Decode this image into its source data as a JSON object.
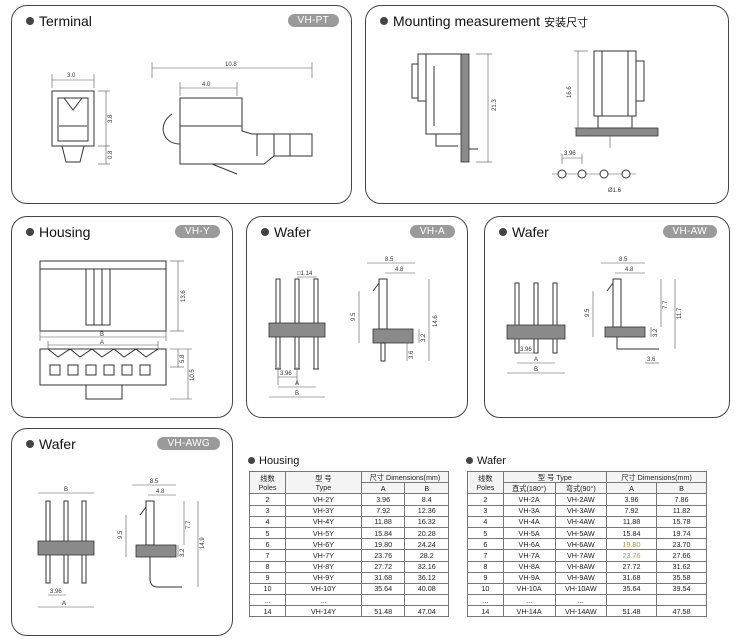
{
  "panels": {
    "terminal": {
      "title": "Terminal",
      "badge": "VH-PT",
      "dims": {
        "w1": "3.0",
        "h1": "3.8",
        "h2": "0.8",
        "len": "10.8",
        "len2": "4.0"
      }
    },
    "mounting": {
      "title": "Mounting measurement",
      "title_cn": "安装尺寸",
      "dims": {
        "h1": "21.3",
        "h2": "16.6",
        "pitch": "3.96",
        "hole": "Ø1.6"
      }
    },
    "housing": {
      "title": "Housing",
      "badge": "VH-Y",
      "dims": {
        "h1": "13.6",
        "b": "B",
        "a": "A",
        "h2": "5.8",
        "h3": "10.5"
      }
    },
    "wafer_a": {
      "title": "Wafer",
      "badge": "VH-A",
      "dims": {
        "pin": "□1.14",
        "pitch": "3.96",
        "a": "A",
        "b": "B",
        "w1": "8.5",
        "w2": "4.8",
        "h1": "9.5",
        "h2": "14.6",
        "h3": "3.2",
        "h4": "3.6"
      }
    },
    "wafer_aw": {
      "title": "Wafer",
      "badge": "VH-AW",
      "dims": {
        "pitch": "3.96",
        "a": "A",
        "b": "B",
        "w1": "8.5",
        "w2": "4.8",
        "h1": "9.5",
        "h2": "7.7",
        "h3": "11.7",
        "h4": "3.2",
        "h5": "3.6"
      }
    },
    "wafer_awg": {
      "title": "Wafer",
      "badge": "VH-AWG",
      "dims": {
        "b": "B",
        "a": "A",
        "pitch": "3.96",
        "w1": "8.5",
        "w2": "4.8",
        "h1": "9.5",
        "h2": "7.7",
        "h3": "14.9",
        "h4": "3.2"
      }
    }
  },
  "housing_table": {
    "title": "Housing",
    "headers": {
      "poles_cn": "线数",
      "poles": "Poles",
      "type_cn": "型 号",
      "type": "Type",
      "dims_cn": "尺寸",
      "dims": "Dimensions(mm)",
      "a": "A",
      "b": "B"
    },
    "rows": [
      [
        "2",
        "VH-2Y",
        "3.96",
        "8.4"
      ],
      [
        "3",
        "VH-3Y",
        "7.92",
        "12.36"
      ],
      [
        "4",
        "VH-4Y",
        "11.88",
        "16.32"
      ],
      [
        "5",
        "VH-5Y",
        "15.84",
        "20.28"
      ],
      [
        "6",
        "VH-6Y",
        "19.80",
        "24.24"
      ],
      [
        "7",
        "VH-7Y",
        "23.76",
        "28.2"
      ],
      [
        "8",
        "VH-8Y",
        "27.72",
        "32.16"
      ],
      [
        "9",
        "VH-9Y",
        "31.68",
        "36.12"
      ],
      [
        "10",
        "VH-10Y",
        "35.64",
        "40.08"
      ],
      [
        "...",
        "...",
        "",
        ""
      ],
      [
        "14",
        "VH-14Y",
        "51.48",
        "47.04"
      ]
    ]
  },
  "wafer_table": {
    "title": "Wafer",
    "headers": {
      "poles_cn": "线数",
      "poles": "Poles",
      "type_cn": "型 号",
      "type": "Type",
      "straight": "直式(180°)",
      "right": "弯式(90°)",
      "dims_cn": "尺寸",
      "dims": "Dimensions(mm)",
      "a": "A",
      "b": "B"
    },
    "rows": [
      [
        "2",
        "VH-2A",
        "VH-2AW",
        "3.96",
        "7.86"
      ],
      [
        "3",
        "VH-3A",
        "VH-3AW",
        "7.92",
        "11.82"
      ],
      [
        "4",
        "VH-4A",
        "VH-4AW",
        "11.88",
        "15.78"
      ],
      [
        "5",
        "VH-5A",
        "VH-5AW",
        "15.84",
        "19.74"
      ],
      [
        "6",
        "VH-6A",
        "VH-6AW",
        "19.80",
        "23.70"
      ],
      [
        "7",
        "VH-7A",
        "VH-7AW",
        "23.76",
        "27.66"
      ],
      [
        "8",
        "VH-8A",
        "VH-8AW",
        "27.72",
        "31.62"
      ],
      [
        "9",
        "VH-9A",
        "VH-9AW",
        "31.68",
        "35.58"
      ],
      [
        "10",
        "VH-10A",
        "VH-10AW",
        "35.64",
        "39.54"
      ],
      [
        "...",
        "...",
        "...",
        "",
        ""
      ],
      [
        "14",
        "VH-14A",
        "VH-14AW",
        "51.48",
        "47.58"
      ]
    ]
  }
}
